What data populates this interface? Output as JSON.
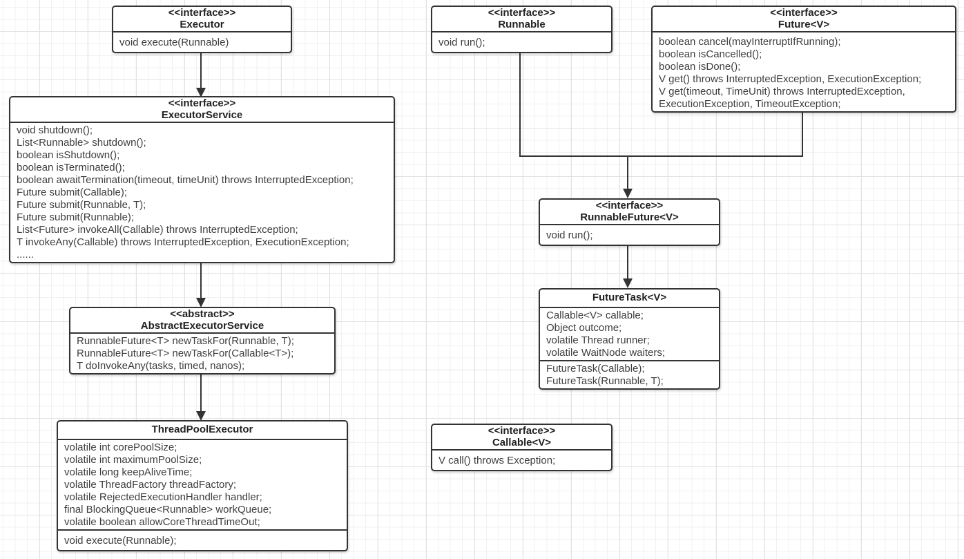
{
  "colors": {
    "box_border": "#333333",
    "box_fill": "#ffffff",
    "text": "#3e3e3e",
    "arrow": "#333333",
    "grid_minor": "#f1f1f1",
    "grid_major": "#e2e2e2"
  },
  "classes": {
    "executor": {
      "stereotype": "<<interface>>",
      "name": "Executor",
      "members": [
        "void execute(Runnable)"
      ]
    },
    "executor_service": {
      "stereotype": "<<interface>>",
      "name": "ExecutorService",
      "members": [
        "void shutdown();",
        "List<Runnable> shutdown();",
        "boolean isShutdown();",
        "boolean isTerminated();",
        "boolean awaitTermination(timeout, timeUnit) throws InterruptedException;",
        "Future submit(Callable);",
        "Future submit(Runnable, T);",
        "Future submit(Runnable);",
        "List<Future> invokeAll(Callable) throws InterruptedException;",
        "T invokeAny(Callable) throws InterruptedException, ExecutionException;",
        "......"
      ]
    },
    "abstract_executor_service": {
      "stereotype": "<<abstract>>",
      "name": "AbstractExecutorService",
      "members": [
        "RunnableFuture<T> newTaskFor(Runnable, T);",
        "RunnableFuture<T> newTaskFor(Callable<T>);",
        "T doInvokeAny(tasks, timed, nanos);"
      ]
    },
    "thread_pool_executor": {
      "name": "ThreadPoolExecutor",
      "fields": [
        "volatile int corePoolSize;",
        "volatile int maximumPoolSize;",
        "volatile long keepAliveTime;",
        "volatile ThreadFactory threadFactory;",
        "volatile RejectedExecutionHandler handler;",
        "final BlockingQueue<Runnable> workQueue;",
        "volatile boolean allowCoreThreadTimeOut;"
      ],
      "methods": [
        "void execute(Runnable);"
      ]
    },
    "runnable": {
      "stereotype": "<<interface>>",
      "name": "Runnable",
      "members": [
        "void run();"
      ]
    },
    "future": {
      "stereotype": "<<interface>>",
      "name": "Future<V>",
      "members": [
        "boolean cancel(mayInterruptIfRunning);",
        "boolean isCancelled();",
        "boolean isDone();",
        "V get() throws InterruptedException, ExecutionException;",
        "V get(timeout, TimeUnit) throws InterruptedException,",
        "ExecutionException, TimeoutException;"
      ]
    },
    "runnable_future": {
      "stereotype": "<<interface>>",
      "name": "RunnableFuture<V>",
      "members": [
        "void run();"
      ]
    },
    "future_task": {
      "name": "FutureTask<V>",
      "fields": [
        "Callable<V> callable;",
        "Object outcome;",
        "volatile Thread runner;",
        "volatile WaitNode waiters;"
      ],
      "methods": [
        "FutureTask(Callable);",
        "FutureTask(Runnable, T);"
      ]
    },
    "callable": {
      "stereotype": "<<interface>>",
      "name": "Callable<V>",
      "members": [
        "V call() throws Exception;"
      ]
    }
  }
}
